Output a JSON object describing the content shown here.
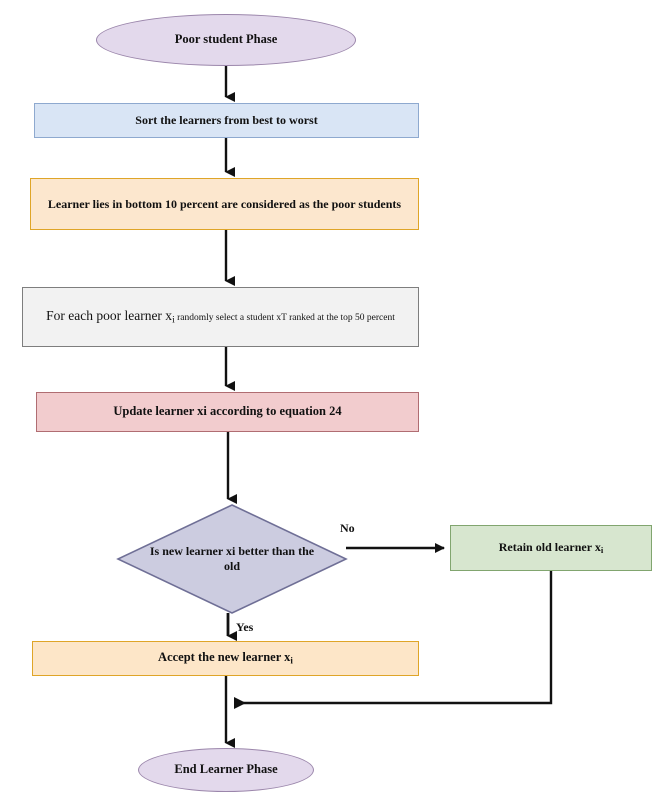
{
  "diagram": {
    "type": "flowchart",
    "title": "Poor student Phase",
    "nodes": [
      {
        "id": "start",
        "shape": "terminator",
        "label": "Poor student Phase",
        "fill": "#e3d9ec",
        "stroke": "#9b86ab"
      },
      {
        "id": "sort",
        "shape": "process",
        "label": "Sort the learners from best to worst",
        "fill": "#d9e5f5",
        "stroke": "#8ea9cf"
      },
      {
        "id": "bottom10",
        "shape": "process",
        "label": "Learner lies in bottom 10 percent are considered as the poor students",
        "fill": "#fce7ce",
        "stroke": "#dfa528"
      },
      {
        "id": "foreach",
        "shape": "process",
        "label_main": "For each poor learner x",
        "label_main_sub": "i",
        "label_small": " randomly select a student xT ranked at the top 50 percent",
        "fill": "#f2f2f2",
        "stroke": "#7e7e7e"
      },
      {
        "id": "update",
        "shape": "process",
        "label": "Update learner xi according to equation 24",
        "fill": "#f2ccce",
        "stroke": "#b06d72"
      },
      {
        "id": "decision",
        "shape": "diamond",
        "label": "Is new learner xi better than the old",
        "fill": "#cccce0",
        "stroke": "#6f6f96"
      },
      {
        "id": "retain",
        "shape": "process",
        "label_main": "Retain old learner x",
        "label_sub": "i",
        "fill": "#d7e6cf",
        "stroke": "#81a56f"
      },
      {
        "id": "accept",
        "shape": "process",
        "label_main": "Accept the new learner x",
        "label_sub": "i",
        "fill": "#fde6c8",
        "stroke": "#dfa528"
      },
      {
        "id": "end",
        "shape": "terminator",
        "label": "End Learner Phase",
        "fill": "#e3d9ec",
        "stroke": "#9b86ab"
      }
    ],
    "edges": [
      {
        "from": "start",
        "to": "sort",
        "label": ""
      },
      {
        "from": "sort",
        "to": "bottom10",
        "label": ""
      },
      {
        "from": "bottom10",
        "to": "foreach",
        "label": ""
      },
      {
        "from": "foreach",
        "to": "update",
        "label": ""
      },
      {
        "from": "update",
        "to": "decision",
        "label": ""
      },
      {
        "from": "decision",
        "to": "retain",
        "label": "No"
      },
      {
        "from": "decision",
        "to": "accept",
        "label": "Yes"
      },
      {
        "from": "accept",
        "to": "end",
        "label": ""
      },
      {
        "from": "retain",
        "to": "end",
        "label": ""
      }
    ],
    "labels": {
      "no": "No",
      "yes": "Yes"
    },
    "colors": {
      "arrow": "#111111",
      "background": "#ffffff",
      "text": "#111111"
    }
  }
}
